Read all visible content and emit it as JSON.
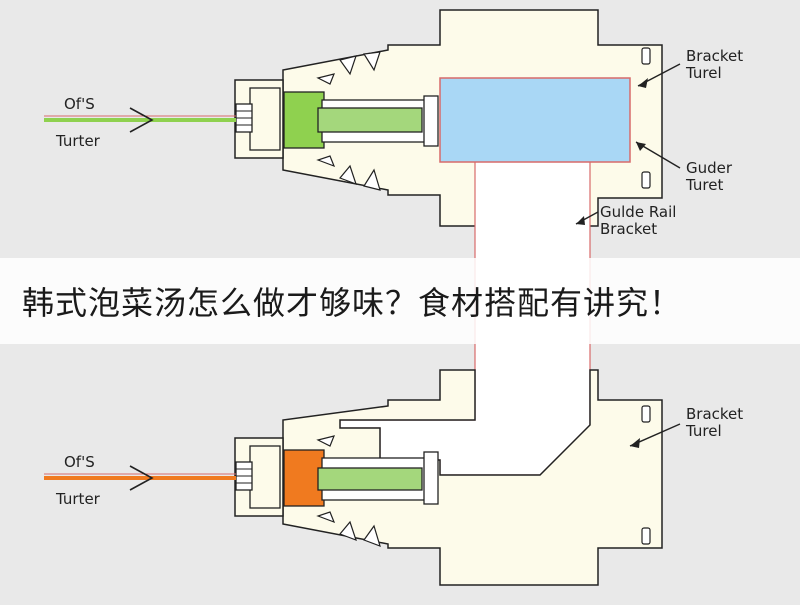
{
  "banner": {
    "title": "韩式泡菜汤怎么做才够味？食材搭配有讲究！"
  },
  "diagram": {
    "top": {
      "input_label_line1": "Of'S",
      "input_label_line2": "Turter",
      "bracket_turel_line1": "Bracket",
      "bracket_turel_line2": "Turel",
      "guder_turet_line1": "Guder",
      "guder_turet_line2": "Turet",
      "guide_rail_line1": "Gulde Rail",
      "guide_rail_line2": "Bracket"
    },
    "bottom": {
      "input_label_line1": "Of'S",
      "input_label_line2": "Turter",
      "bracket_turel_line1": "Bracket",
      "bracket_turel_line2": "Turel"
    },
    "colors": {
      "top_block": "#8fd14f",
      "bottom_block": "#f07a1f",
      "rod": "#a4d77c",
      "water": "#a9d7f5",
      "body_fill": "#fdfbea",
      "rail_fill": "#ffffff",
      "outline": "#222222",
      "rail_outline": "#d86a6a",
      "top_line": "#8fd14f",
      "bottom_line": "#f07a1f"
    }
  }
}
